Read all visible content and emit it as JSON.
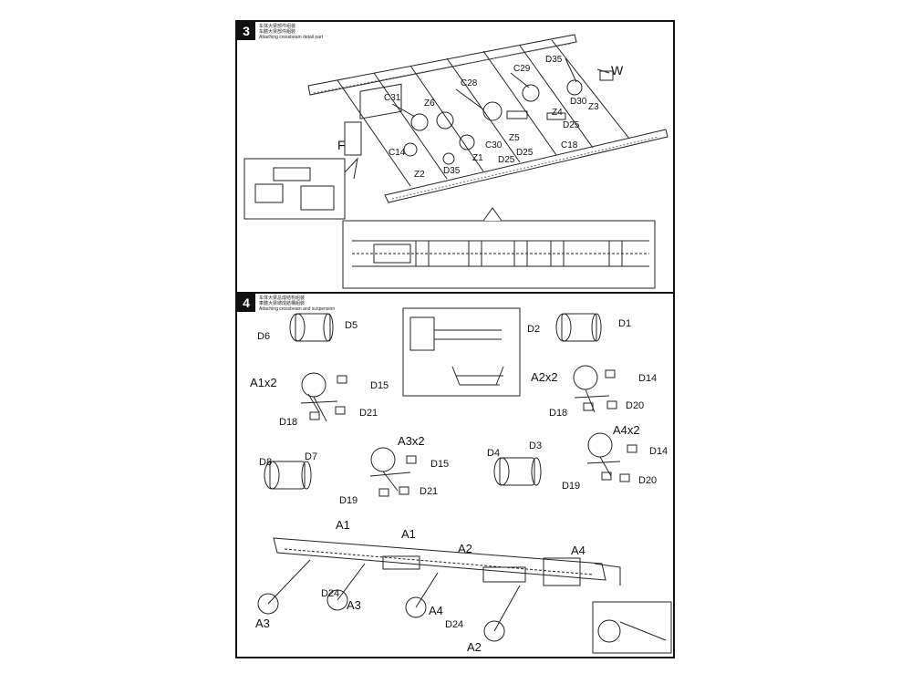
{
  "step3": {
    "number": "3",
    "caption_line1": "车体大梁部件组装",
    "caption_line2": "车體大梁部件組裝",
    "caption_en": "Attaching crossbeam detail part",
    "labels": [
      "W",
      "D35",
      "C29",
      "C28",
      "C31",
      "Z6",
      "D30",
      "Z3",
      "Z4",
      "D25",
      "C18",
      "Z5",
      "C30",
      "D25",
      "D25",
      "Z1",
      "D35",
      "C14",
      "Z2",
      "F"
    ]
  },
  "step4": {
    "number": "4",
    "caption_line1": "车体大梁总成结构组装",
    "caption_line2": "車體大梁總成結構組裝",
    "caption_en": "Attaching crossbeam and suspension",
    "labels": {
      "d5": "D5",
      "d6": "D6",
      "d2": "D2",
      "d1": "D1",
      "a1x2": "A1x2",
      "d15a": "D15",
      "d18a": "D18",
      "d21a": "D21",
      "a2x2": "A2x2",
      "d14a": "D14",
      "d18b": "D18",
      "d20a": "D20",
      "d8": "D8",
      "d7": "D7",
      "a3x2": "A3x2",
      "d15b": "D15",
      "d19a": "D19",
      "d21b": "D21",
      "d4": "D4",
      "d3": "D3",
      "a4x2": "A4x2",
      "d14b": "D14",
      "d19b": "D19",
      "d20b": "D20",
      "a1a": "A1",
      "a1b": "A1",
      "a2a": "A2",
      "a4a": "A4",
      "d24a": "D24",
      "a3a": "A3",
      "a3b": "A3",
      "a4b": "A4",
      "d24b": "D24",
      "a2b": "A2"
    }
  },
  "colors": {
    "ink": "#111111",
    "line": "#333333",
    "gray": "#888888"
  }
}
